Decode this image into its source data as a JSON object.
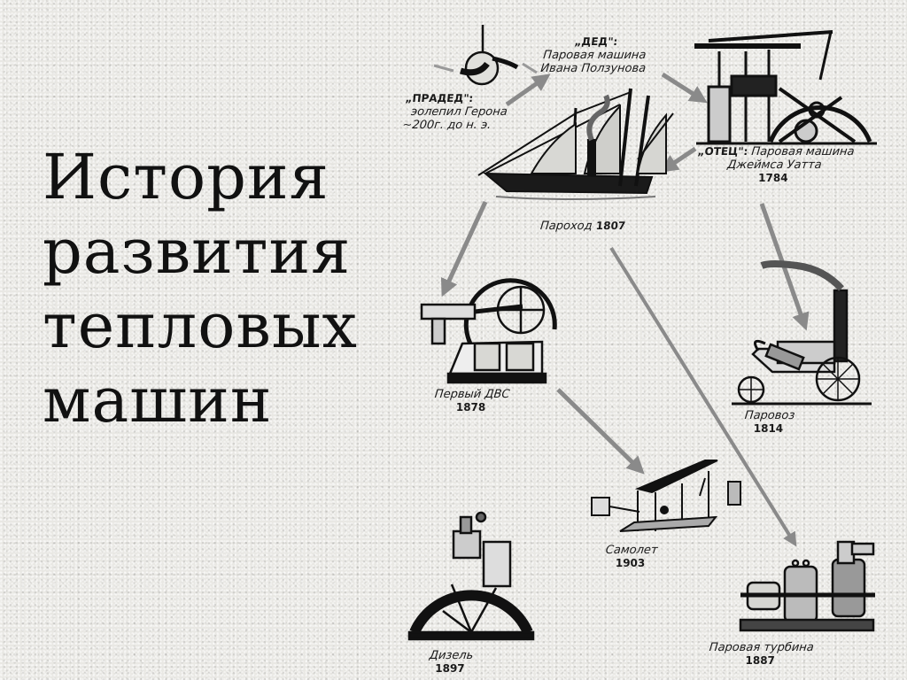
{
  "slide": {
    "title_lines": [
      "История",
      "развития",
      "тепловых",
      "машин"
    ]
  },
  "diagram": {
    "nodes": [
      {
        "id": "aeolipile",
        "tag": "„ПРАДЕД\":",
        "name": "эолепил Герона",
        "year": "~200г. до н. э."
      },
      {
        "id": "polzunov",
        "tag": "„ДЕД\":",
        "name_line1": "Паровая машина",
        "name_line2": "Ивана Ползунова"
      },
      {
        "id": "watt",
        "tag": "„ОТЕЦ\":",
        "name_line1": "Паровая машина",
        "name_line2": "Джеймса Уатта",
        "year": "1784"
      },
      {
        "id": "steamship",
        "name": "Пароход",
        "year": "1807"
      },
      {
        "id": "ice",
        "name": "Первый ДВС",
        "year": "1878"
      },
      {
        "id": "locomotive",
        "name": "Паровоз",
        "year": "1814"
      },
      {
        "id": "airplane",
        "name": "Самолет",
        "year": "1903"
      },
      {
        "id": "diesel",
        "name": "Дизель",
        "year": "1897"
      },
      {
        "id": "turbine",
        "name": "Паровая турбина",
        "year": "1887"
      }
    ],
    "edges": [
      [
        "aeolipile",
        "polzunov"
      ],
      [
        "polzunov",
        "watt"
      ],
      [
        "watt",
        "steamship"
      ],
      [
        "watt",
        "locomotive"
      ],
      [
        "steamship",
        "ice"
      ],
      [
        "steamship",
        "turbine"
      ],
      [
        "ice",
        "airplane"
      ]
    ],
    "colors": {
      "ink": "#1a1a1a",
      "arrow": "#8a8a8a",
      "background": "#e9e8e4"
    }
  }
}
